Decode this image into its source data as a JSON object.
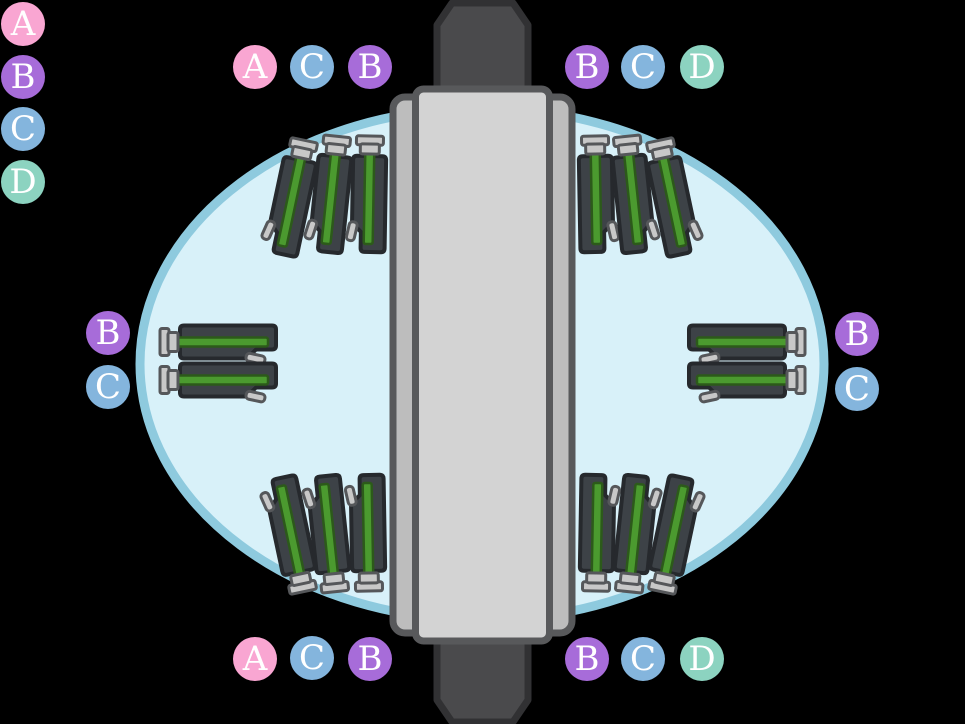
{
  "legend": {
    "items": [
      {
        "letter": "A",
        "type": "a"
      },
      {
        "letter": "B",
        "type": "b"
      },
      {
        "letter": "C",
        "type": "c"
      },
      {
        "letter": "D",
        "type": "d"
      }
    ]
  },
  "position_labels": {
    "top_left": [
      "A",
      "C",
      "B"
    ],
    "top_right": [
      "B",
      "C",
      "D"
    ],
    "left_side": [
      "B",
      "C"
    ],
    "right_side": [
      "B",
      "C"
    ],
    "bottom_left": [
      "A",
      "C",
      "B"
    ],
    "bottom_right": [
      "B",
      "C",
      "D"
    ]
  },
  "colors": {
    "background": "#000000",
    "vessel_fill": "#d8f1f9",
    "vessel_stroke": "#8ecade",
    "frame_fill": "#bdbdbd",
    "column_fill": "#d3d3d3",
    "column_stroke": "#58595b",
    "knob_fill": "#4a4a4c",
    "knob_stroke": "#313133",
    "module_body": "#3d4247",
    "module_outline": "#26292d",
    "stripe_fill": "#4b9a2f",
    "stripe_outline": "#2c5a1a",
    "cap_fill": "#c8c8c8",
    "cap_stroke": "#55575a",
    "label_a": "#f9a6d2",
    "label_b": "#a76cd9",
    "label_c": "#84b5dd",
    "label_d": "#8cd3c0",
    "label_text": "#ffffff"
  }
}
